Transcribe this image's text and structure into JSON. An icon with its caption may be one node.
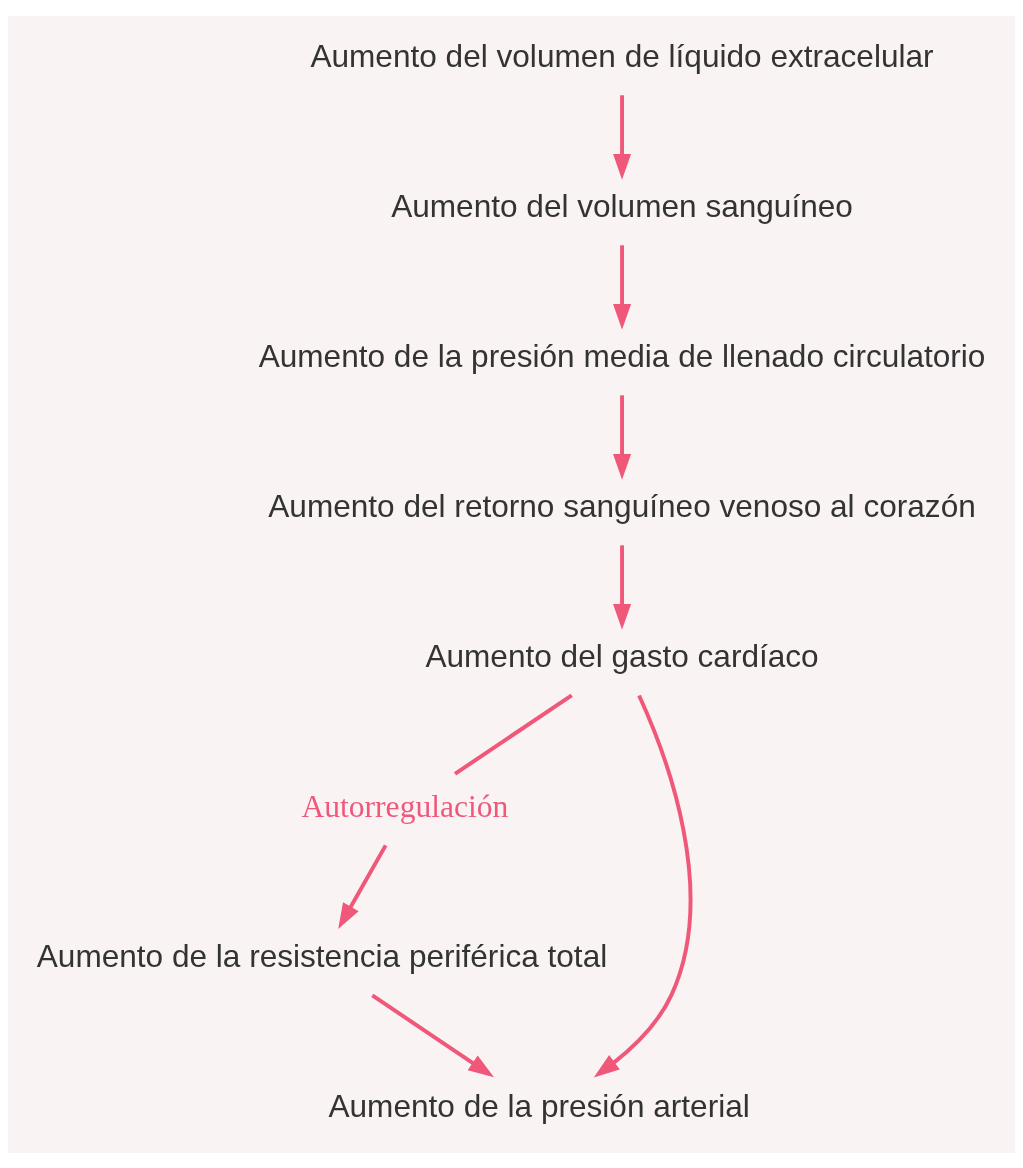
{
  "diagram": {
    "nodes": [
      {
        "text": [
          "Aumento del volumen de líquido extracelular"
        ]
      },
      {
        "text": [
          "Aumento del volumen sanguíneo"
        ]
      },
      {
        "text": [
          "Aumento de la presión media de llenado circulatorio"
        ]
      },
      {
        "text": [
          "Aumento del retorno sanguíneo venoso al corazón"
        ]
      },
      {
        "text": [
          "Aumento del gasto cardíaco"
        ]
      },
      {
        "text": [
          "Autorregulación"
        ]
      },
      {
        "text": [
          "Aumento de la resistencia periférica total"
        ]
      },
      {
        "text": [
          "Aumento de la presión arterial"
        ]
      }
    ],
    "edges": [
      {
        "from": 0,
        "to": 1,
        "arrow": "to"
      },
      {
        "from": 1,
        "to": 2,
        "arrow": "to"
      },
      {
        "from": 2,
        "to": 3,
        "arrow": "to"
      },
      {
        "from": 3,
        "to": 4,
        "arrow": "to"
      },
      {
        "from": 4,
        "to": 7,
        "arrow": "to"
      },
      {
        "from": 4,
        "to": 5,
        "arrow": "none"
      },
      {
        "from": 5,
        "to": 6,
        "arrow": "to"
      },
      {
        "from": 6,
        "to": 7,
        "arrow": "to"
      }
    ]
  }
}
